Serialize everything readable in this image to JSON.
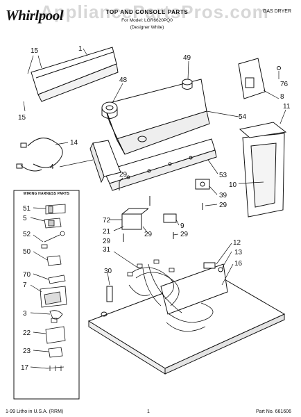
{
  "header": {
    "brand": "Whirlpool",
    "title": "TOP AND CONSOLE PARTS",
    "model_line": "For Model: LGR6620PQ0",
    "designer_line": "(Designer White)",
    "doc_type": "GAS DRYER",
    "watermark": "AppliancePartsPros.com"
  },
  "wiring_harness": {
    "title": "WIRING HARNESS PARTS"
  },
  "callouts": [
    "1",
    "15",
    "15",
    "14",
    "4",
    "48",
    "49",
    "54",
    "76",
    "8",
    "11",
    "53",
    "10",
    "29",
    "39",
    "29",
    "72",
    "21",
    "29",
    "29",
    "9",
    "29",
    "31",
    "12",
    "13",
    "16",
    "30",
    "51",
    "5",
    "52",
    "50",
    "70",
    "7",
    "3",
    "22",
    "23",
    "17"
  ],
  "footer": {
    "left": "1-99 Litho in U.S.A. (RRM)",
    "page": "1",
    "part_no": "Part No. 661606"
  }
}
